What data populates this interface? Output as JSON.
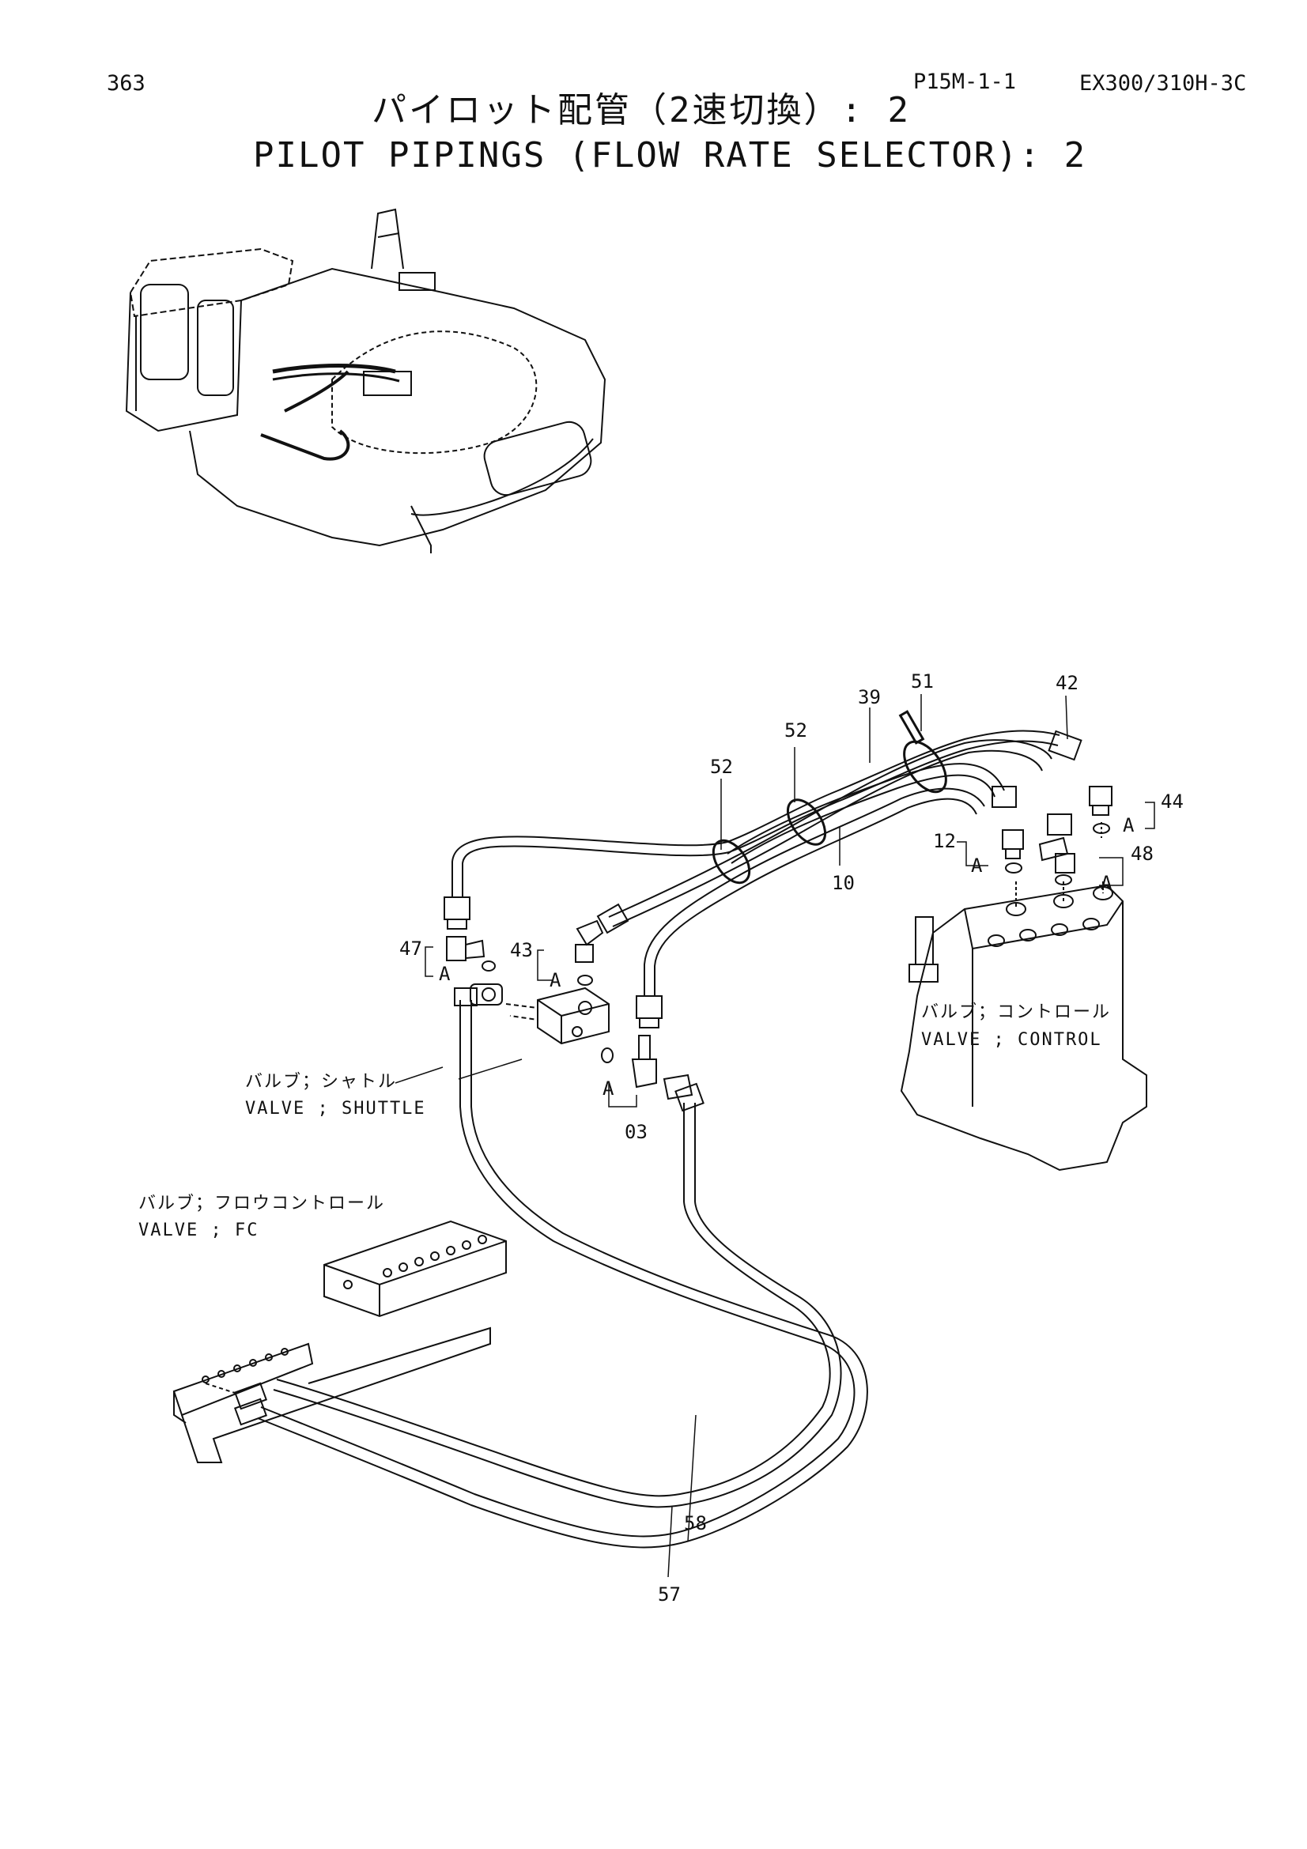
{
  "header": {
    "page_number": "363",
    "figure_code": "P15M-1-1",
    "model": "EX300/310H-3C"
  },
  "title": {
    "japanese": "パイロット配管（2速切換）: 2",
    "english": "PILOT PIPINGS (FLOW RATE SELECTOR): 2"
  },
  "component_labels": {
    "shuttle_valve_jp": "バルブ；シャトル",
    "shuttle_valve_en": "VALVE ; SHUTTLE",
    "control_valve_jp": "バルブ；コントロール",
    "control_valve_en": "VALVE ; CONTROL",
    "fc_valve_jp": "バルブ；フロウコントロール",
    "fc_valve_en": "VALVE ; FC"
  },
  "part_callouts": [
    "51",
    "42",
    "39",
    "52",
    "52",
    "44",
    "12",
    "48",
    "10",
    "47",
    "43",
    "03",
    "58",
    "57"
  ],
  "detail_marker": "A"
}
